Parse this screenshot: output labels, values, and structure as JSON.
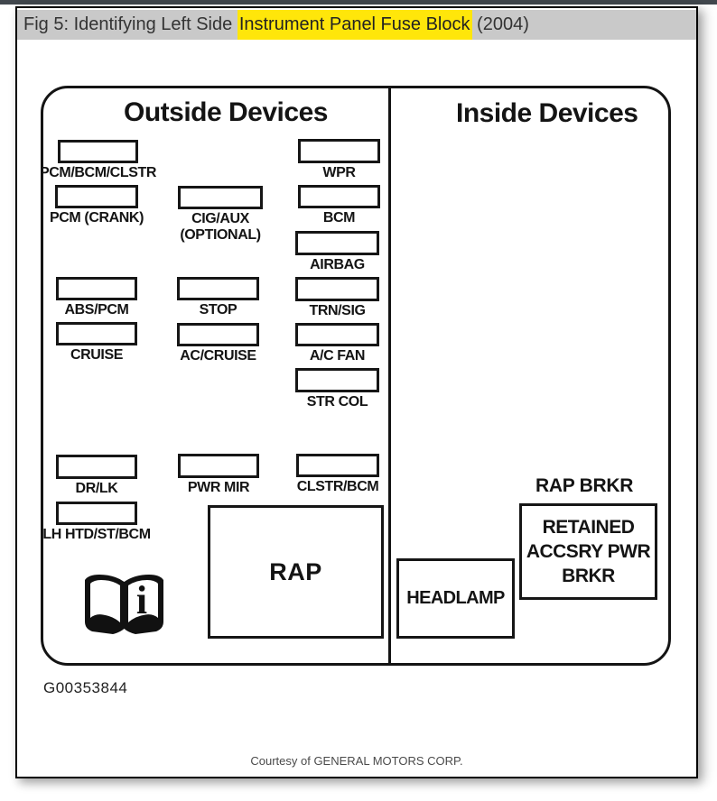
{
  "colors": {
    "highlight_yellow": "#ffe60a",
    "title_bar_gray": "#c9c9c9",
    "top_strip_dark": "#41474d",
    "diagram_ink": "#141414"
  },
  "figure_header": {
    "title_prefix": "Fig 5: Identifying Left Side ",
    "title_highlight": "Instrument Panel Fuse Block",
    "title_suffix": " (2004)"
  },
  "diagram": {
    "outside_title": "Outside Devices",
    "inside_title": "Inside Devices",
    "fuses": [
      {
        "label": "PCM/BCM/CLSTR"
      },
      {
        "label": "WPR"
      },
      {
        "label": "PCM (CRANK)"
      },
      {
        "label": "CIG/AUX",
        "label2": "(OPTIONAL)"
      },
      {
        "label": "BCM"
      },
      {
        "label": "AIRBAG"
      },
      {
        "label": "ABS/PCM"
      },
      {
        "label": "STOP"
      },
      {
        "label": "TRN/SIG"
      },
      {
        "label": "CRUISE"
      },
      {
        "label": "AC/CRUISE"
      },
      {
        "label": "A/C FAN"
      },
      {
        "label": "STR COL"
      },
      {
        "label": "DR/LK"
      },
      {
        "label": "PWR MIR"
      },
      {
        "label": "CLSTR/BCM"
      },
      {
        "label": "LH HTD/ST/BCM"
      }
    ],
    "rap_label": "RAP",
    "breaker_label_above": "RAP BRKR",
    "breaker_lines": [
      "RETAINED",
      "ACCSRY PWR",
      "BRKR"
    ],
    "headlamp_label": "HEADLAMP",
    "book_icon": "open-book-info-icon"
  },
  "figure_id": "G00353844",
  "footer_credit": "Courtesy of GENERAL MOTORS CORP."
}
